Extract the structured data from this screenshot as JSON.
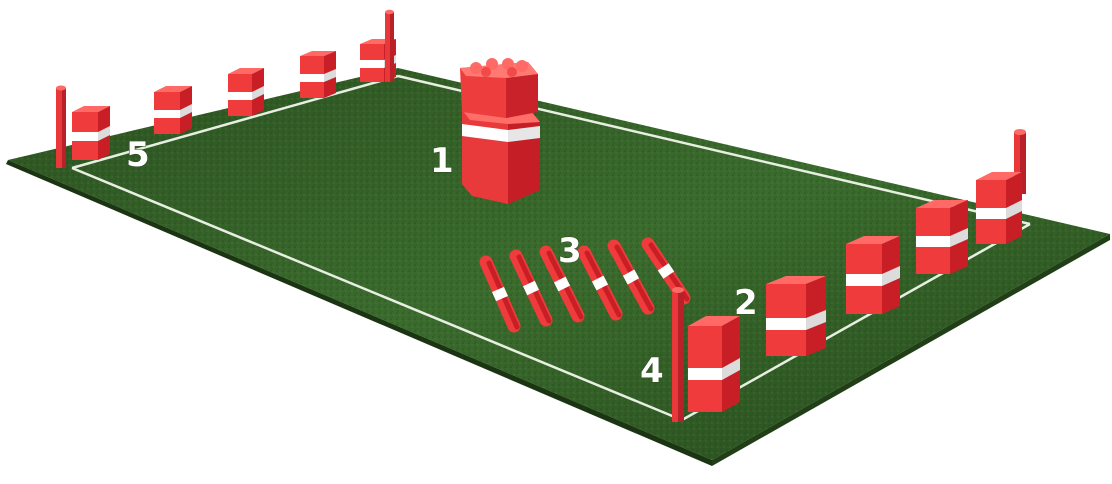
{
  "labels": {
    "one": "1",
    "two": "2",
    "three": "3",
    "four": "4",
    "five": "5"
  },
  "colors": {
    "grass_dark": "#24461b",
    "grass_mid": "#33622a",
    "grass_light": "#4b7c36",
    "line": "#e8efe2",
    "red": "#ef3b3b",
    "red_dark": "#c81f26",
    "red_light": "#ff6a66",
    "white": "#ffffff"
  },
  "icons": {
    "field": "grass-field-icon",
    "obstacle": "red-foam-block-icon",
    "pole": "red-pole-icon",
    "hurdle": "red-hurdle-bar-icon"
  }
}
